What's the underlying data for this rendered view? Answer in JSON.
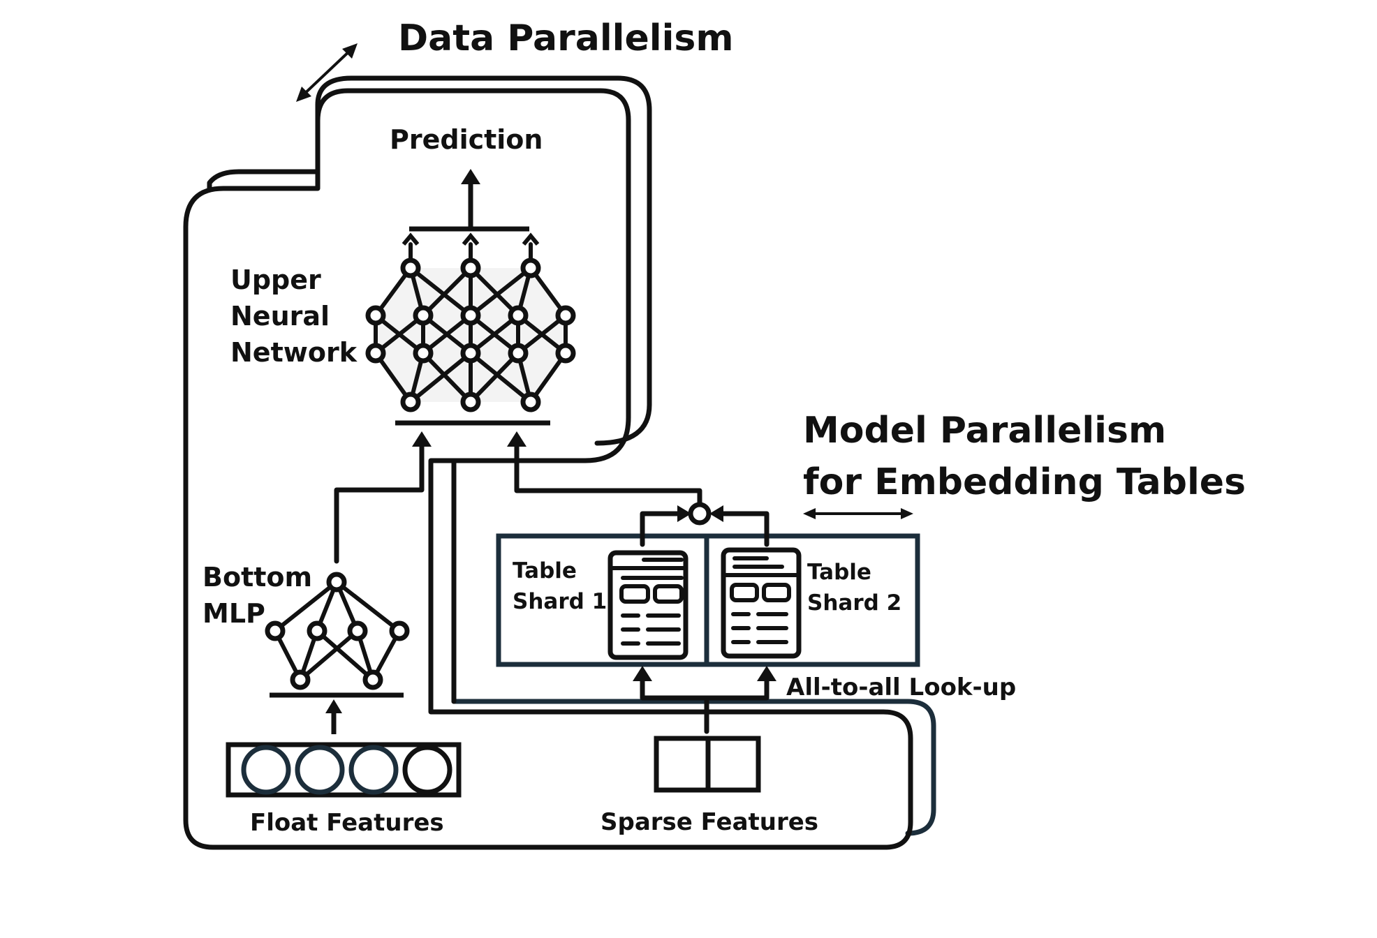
{
  "title": "Data Parallelism",
  "model_parallel": {
    "line1": "Model Parallelism",
    "line2": "for Embedding Tables"
  },
  "prediction": "Prediction",
  "upper_nn": {
    "line1": "Upper",
    "line2": "Neural",
    "line3": "Network"
  },
  "bottom_mlp": {
    "line1": "Bottom",
    "line2": "MLP"
  },
  "shard1": {
    "line1": "Table",
    "line2": "Shard 1"
  },
  "shard2": {
    "line1": "Table",
    "line2": "Shard 2"
  },
  "all_to_all": "All-to-all Look-up",
  "float_features": "Float Features",
  "sparse_features": "Sparse Features",
  "colors": {
    "stroke": "#111111",
    "dark_navy": "#1c2e3b",
    "background": "#ffffff"
  },
  "icons": [
    "double-arrow-icon",
    "neural-network-icon",
    "mlp-icon",
    "table-document-icon",
    "feature-vector-icon",
    "sparse-features-icon"
  ]
}
